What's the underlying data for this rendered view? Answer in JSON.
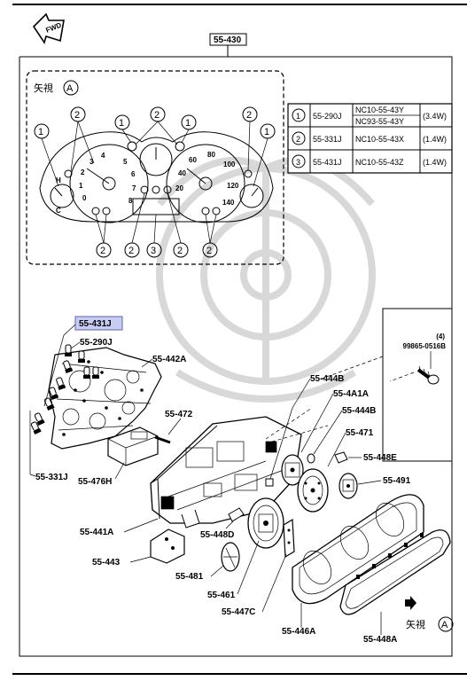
{
  "fwd_label": "FWD",
  "main_part": "55-430",
  "detail_view": {
    "label": "矢視",
    "letter": "A"
  },
  "detail_callouts": [
    "1",
    "2",
    "3"
  ],
  "bulb_table": [
    {
      "index": "1",
      "part": "55-290J",
      "codes": [
        "NC10-55-43Y",
        "NC93-55-43Y"
      ],
      "watt": "(3.4W)"
    },
    {
      "index": "2",
      "part": "55-331J",
      "codes": [
        "NC10-55-43X"
      ],
      "watt": "(1.4W)"
    },
    {
      "index": "3",
      "part": "55-431J",
      "codes": [
        "NC10-55-43Z"
      ],
      "watt": "(1.4W)"
    }
  ],
  "screw": {
    "qty": "(4)",
    "part": "99865-0516B"
  },
  "parts": {
    "p431j": "55-431J",
    "p290j": "55-290J",
    "p442a": "55-442A",
    "p444b_1": "55-444B",
    "p4a1a": "55-4A1A",
    "p444b_2": "55-444B",
    "p472": "55-472",
    "p471": "55-471",
    "p448e": "55-448E",
    "p491": "55-491",
    "p331j": "55-331J",
    "p476h": "55-476H",
    "p441a": "55-441A",
    "p448d": "55-448D",
    "p443": "55-443",
    "p481": "55-481",
    "p461": "55-461",
    "p447c": "55-447C",
    "p446a": "55-446A",
    "p448a": "55-448A"
  },
  "view_arrow": {
    "label": "矢視",
    "letter": "A"
  },
  "gauge_scales": {
    "tach": [
      "0",
      "1",
      "2",
      "3",
      "4",
      "5",
      "6",
      "7",
      "8"
    ],
    "speed": [
      "20",
      "40",
      "60",
      "80",
      "100",
      "120",
      "140"
    ]
  },
  "temp_marks": [
    "H",
    "C"
  ]
}
